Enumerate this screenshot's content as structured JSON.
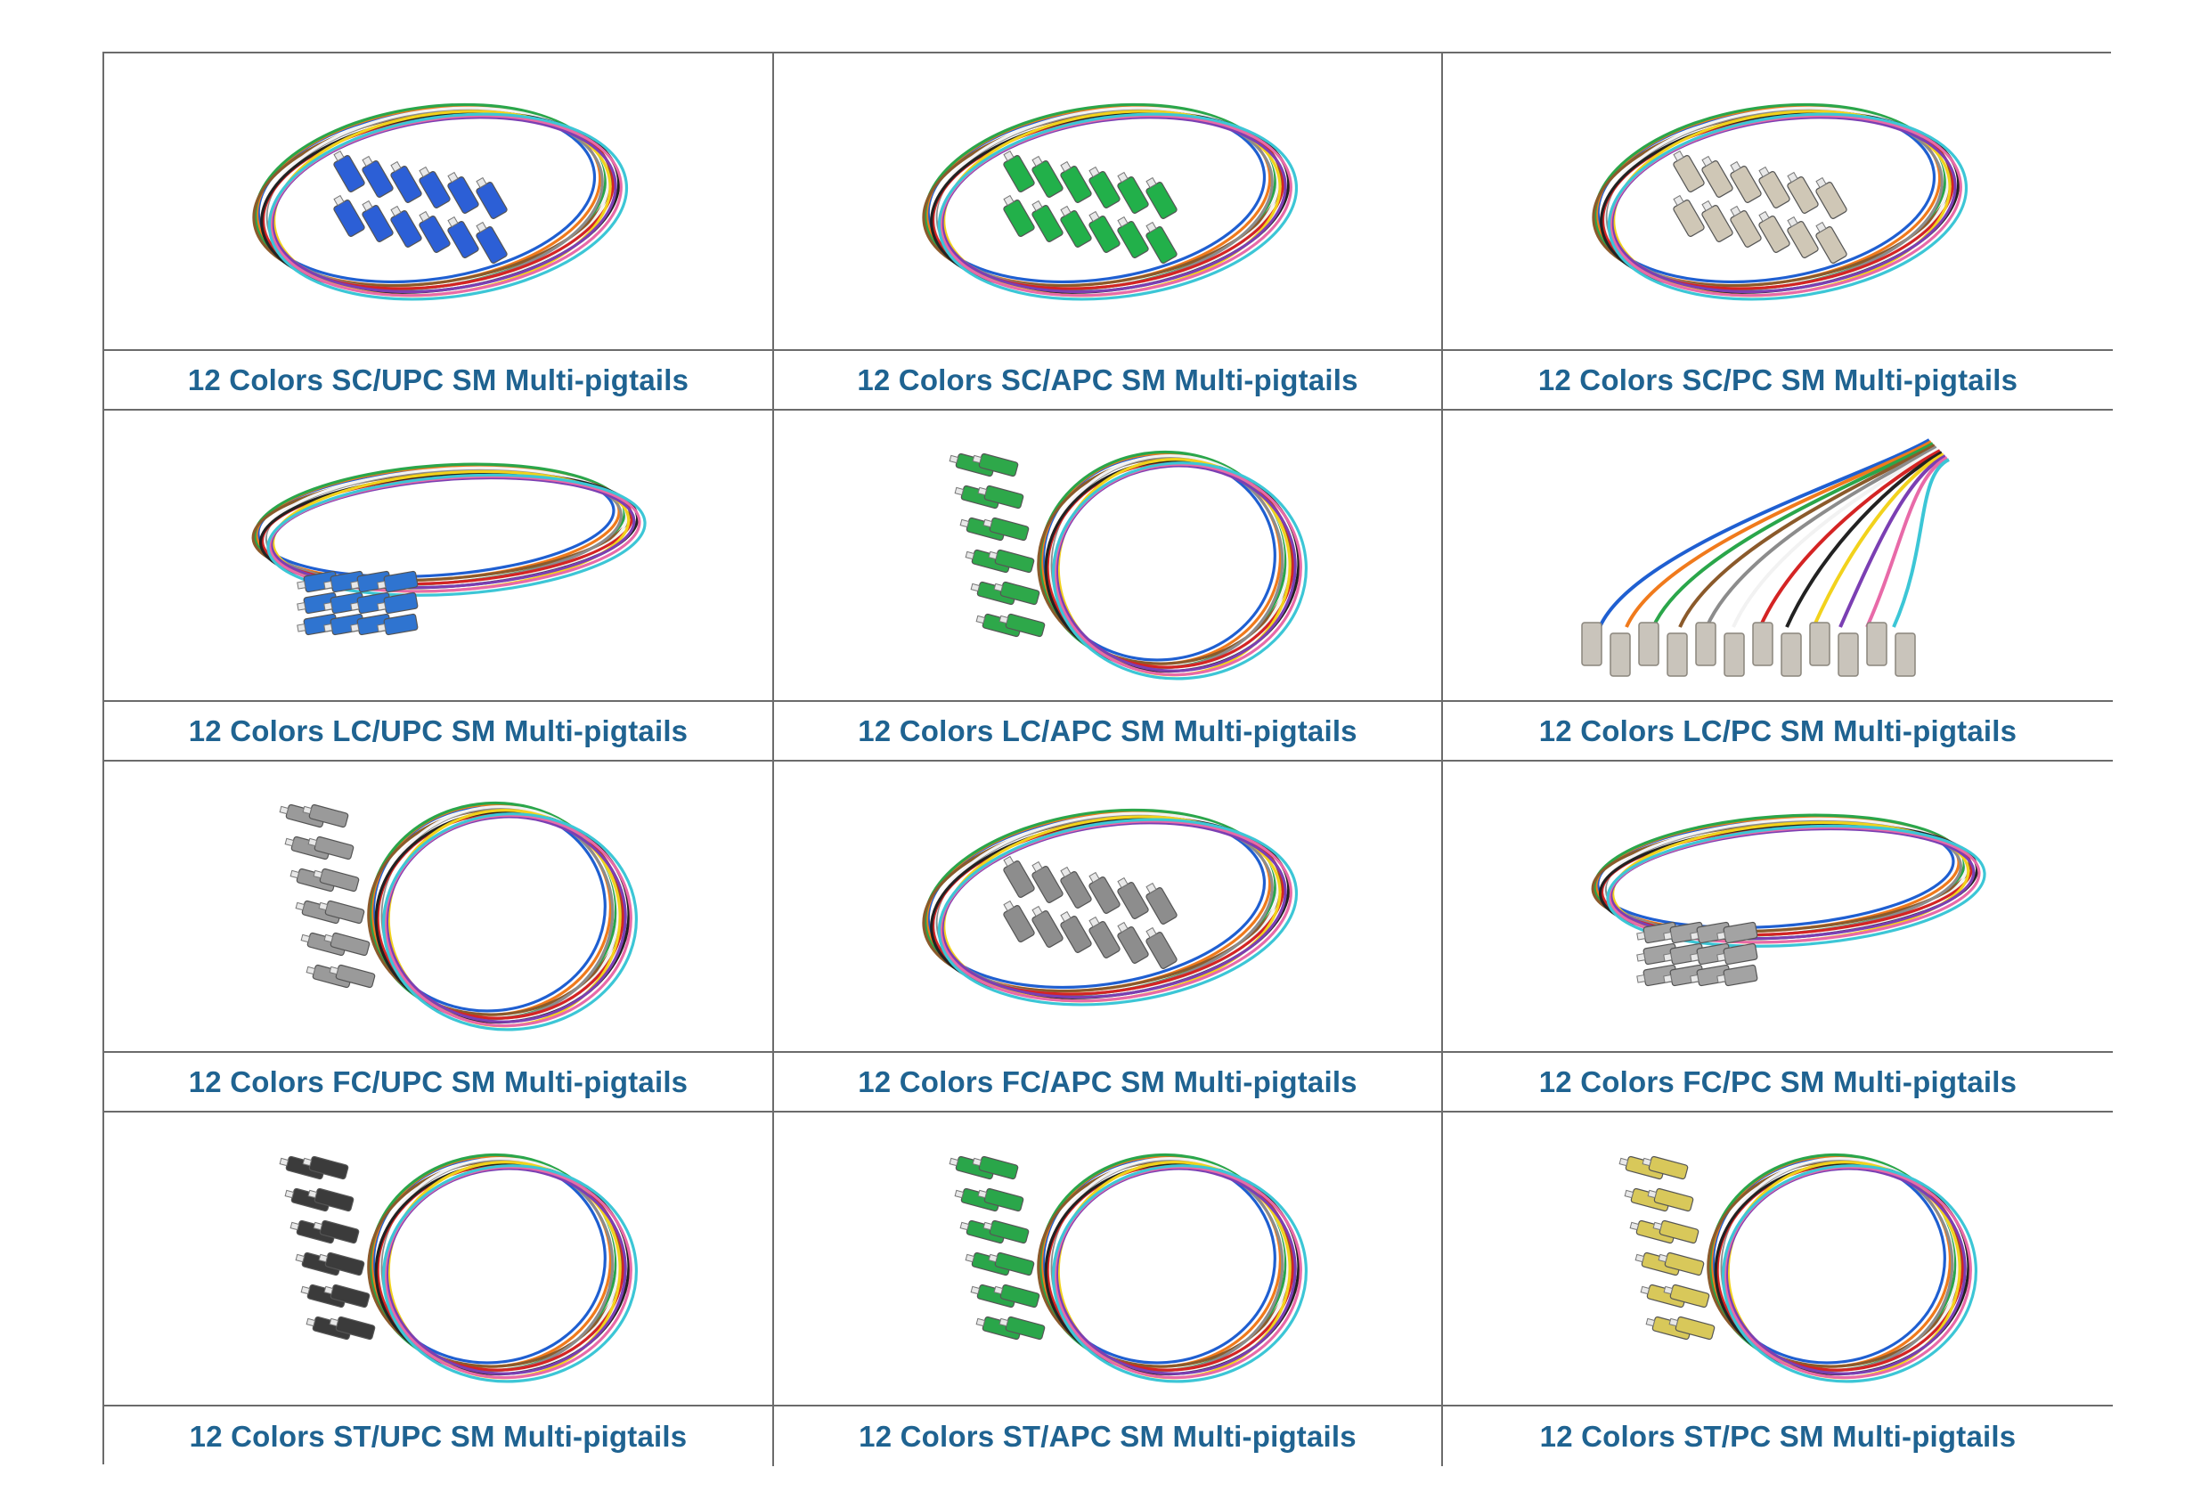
{
  "products": [
    {
      "label": "12 Colors SC/UPC SM Multi-pigtails",
      "connector": "SC",
      "boot_color": "#2c5fd6",
      "style": "bundle"
    },
    {
      "label": "12 Colors SC/APC SM Multi-pigtails",
      "connector": "SC",
      "boot_color": "#22b04a",
      "style": "bundle"
    },
    {
      "label": "12 Colors SC/PC SM Multi-pigtails",
      "connector": "SC",
      "boot_color": "#cfc7b6",
      "style": "bundle"
    },
    {
      "label": "12 Colors LC/UPC SM Multi-pigtails",
      "connector": "LC",
      "boot_color": "#2f74d0",
      "style": "loop-left"
    },
    {
      "label": "12 Colors LC/APC SM Multi-pigtails",
      "connector": "LC",
      "boot_color": "#2ea84a",
      "style": "coil-right"
    },
    {
      "label": "12 Colors LC/PC SM Multi-pigtails",
      "connector": "LC",
      "boot_color": "#c9c4bb",
      "style": "fan"
    },
    {
      "label": "12 Colors FC/UPC SM Multi-pigtails",
      "connector": "FC",
      "boot_color": "#9a9a9a",
      "style": "coil-right"
    },
    {
      "label": "12 Colors FC/APC SM Multi-pigtails",
      "connector": "FC",
      "boot_color": "#8d8d8d",
      "style": "bundle"
    },
    {
      "label": "12 Colors FC/PC SM Multi-pigtails",
      "connector": "FC",
      "boot_color": "#a3a3a3",
      "style": "loop-left"
    },
    {
      "label": "12 Colors ST/UPC SM Multi-pigtails",
      "connector": "ST",
      "boot_color": "#3b3b3b",
      "style": "coil-right"
    },
    {
      "label": "12 Colors ST/APC SM Multi-pigtails",
      "connector": "ST",
      "boot_color": "#2aa64a",
      "style": "coil-right"
    },
    {
      "label": "12 Colors ST/PC SM Multi-pigtails",
      "connector": "ST",
      "boot_color": "#d8c85a",
      "style": "coil-right"
    }
  ],
  "fiber_colors": [
    "#1f5fd1",
    "#f07a1c",
    "#2aa64a",
    "#8b5a2b",
    "#8c8c8c",
    "#f2f2f2",
    "#d42424",
    "#222222",
    "#f2d21c",
    "#7b3fb3",
    "#e86aa8",
    "#3cc6d6"
  ]
}
